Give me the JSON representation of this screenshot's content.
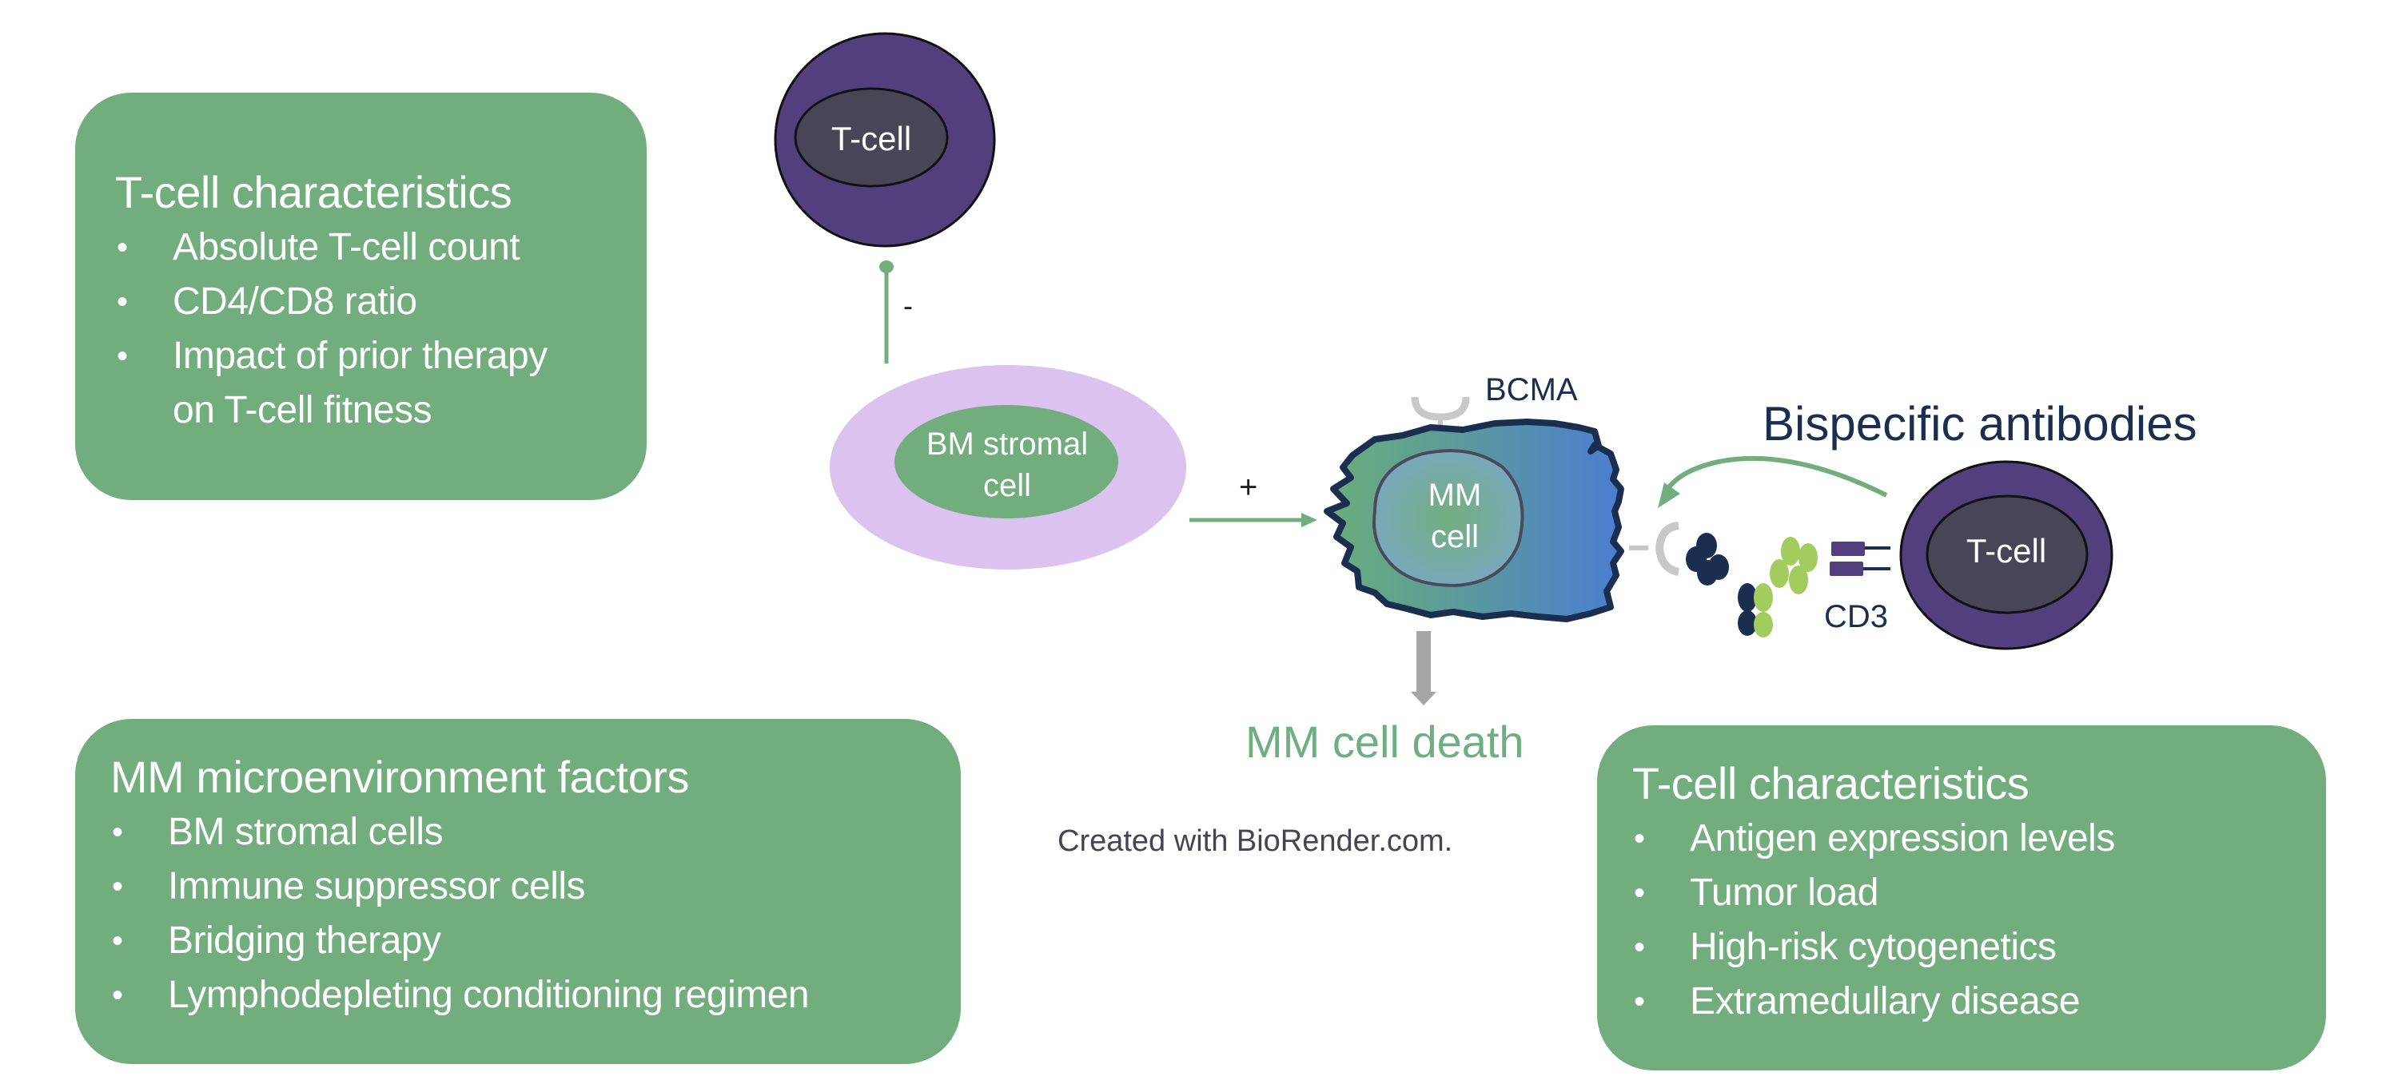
{
  "boxes": {
    "tcell_top_left": {
      "title": "T-cell characteristics",
      "bullet": "•",
      "items": [
        "Absolute T-cell count",
        "CD4/CD8 ratio",
        "Impact of prior therapy",
        "on T-cell fitness"
      ]
    },
    "microenvironment": {
      "title": "MM microenvironment factors",
      "bullet": "•",
      "items": [
        "BM stromal cells",
        "Immune suppressor cells",
        "Bridging therapy",
        "Lymphodepleting conditioning regimen"
      ]
    },
    "tcell_bottom_right": {
      "title": "T-cell characteristics",
      "bullet": "•",
      "items": [
        "Antigen expression levels",
        "Tumor load",
        "High-risk cytogenetics",
        "Extramedullary disease"
      ]
    }
  },
  "diagram": {
    "tcell_top_label": "T-cell",
    "stromal_label": [
      "BM stromal",
      "cell"
    ],
    "mm_cell_label": [
      "MM",
      "cell"
    ],
    "tcell_right_label": "T-cell",
    "minus_sign": "-",
    "plus_sign": "+",
    "bcma_label": "BCMA",
    "cd3_label": "CD3",
    "bispecific_label": "Bispecific antibodies",
    "outcome_label": "MM cell death",
    "credit": "Created with BioRender.com."
  },
  "colors": {
    "box_green": "#72ad7e",
    "tcell_outer": "#523f7e",
    "tcell_nucleus": "#484556",
    "stromal_outer": "#dcc2ef",
    "navy_text": "#1a2e50",
    "antibody_dark": "#1a2e50",
    "antibody_light": "#a2cc5e",
    "receptor_gray": "#c8c8c8"
  }
}
